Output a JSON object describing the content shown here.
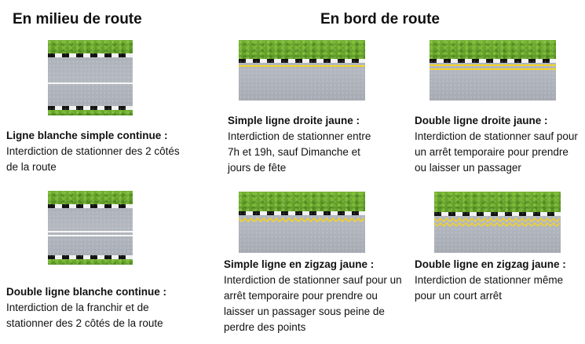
{
  "headings": {
    "middle": "En milieu de route",
    "edge": "En bord de route"
  },
  "colors": {
    "grass": "#5c9a26",
    "asphalt": "#b0b4bc",
    "white_line": "#f5f5f5",
    "yellow_line": "#f2d21b",
    "curb_dark": "#111111",
    "curb_light": "#f2f2f2"
  },
  "items": [
    {
      "title": "Ligne blanche simple continue :",
      "desc": "Interdiction de stationner des 2 côtés de la route"
    },
    {
      "title": "Double ligne blanche continue :",
      "desc": "Interdiction de la franchir et de stationner des 2 côtés de la route"
    },
    {
      "title": "Simple ligne droite jaune :",
      "desc": "Interdiction de stationner entre 7h et 19h, sauf Dimanche et jours de fête"
    },
    {
      "title": "Double ligne droite jaune :",
      "desc": "Interdiction de stationner sauf pour un arrêt temporaire pour prendre ou laisser un passager"
    },
    {
      "title": "Simple ligne en zigzag jaune :",
      "desc": "Interdiction de stationner sauf pour un arrêt temporaire pour prendre ou laisser un passager sous peine de perdre des points"
    },
    {
      "title": "Double ligne en zigzag jaune :",
      "desc": "Interdiction de stationner même pour un court arrêt"
    }
  ]
}
